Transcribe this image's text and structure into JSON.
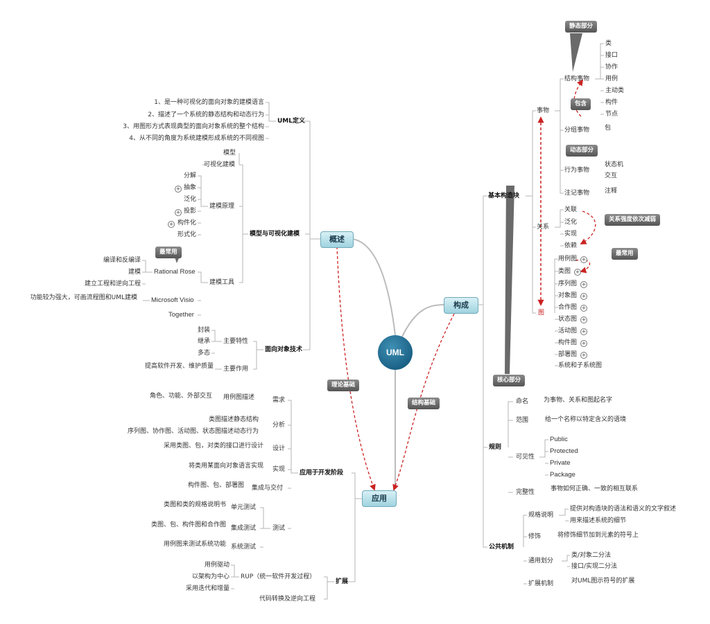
{
  "root": "UML",
  "main": {
    "overview": "概述",
    "composition": "构成",
    "application": "应用"
  },
  "connectors": {
    "theory": "理论基础",
    "structure": "结构基础"
  },
  "callouts": {
    "static_part": "静态部分",
    "contains": "包含",
    "dynamic_part": "动态部分",
    "relation_strength": "关系强度依次减弱",
    "most_used_right": "最常用",
    "most_used_left": "最常用",
    "core_part": "核心部分"
  },
  "uml_def": {
    "label": "UML定义",
    "items": [
      "1、是一种可视化的面向对象的建模语言",
      "2、描述了一个系统的静态结构和动态行为",
      "3、用图形方式表现典型的面向对象系统的整个结构",
      "4、从不同的角度为系统建模形成系统的不同视图"
    ]
  },
  "modeling": {
    "label": "模型与可视化建模",
    "model": "模型",
    "visual": "可视化建模",
    "principle": "建模原理",
    "principle_items": [
      "分解",
      "抽象",
      "泛化",
      "投影",
      "构件化",
      "形式化"
    ],
    "tools": "建模工具",
    "rose": "Rational Rose",
    "rose_items": [
      "编译和反编译",
      "建模",
      "建立工程和逆向工程"
    ],
    "visio": "Microsoft Visio",
    "visio_note": "功能较为强大，可画流程图和UML建模",
    "together": "Together"
  },
  "oo": {
    "label": "面向对象技术",
    "features": "主要特性",
    "feature_items": [
      "封装",
      "继承",
      "多态"
    ],
    "role": "主要作用",
    "role_note": "提高软件开发、维护质量"
  },
  "building_blocks": {
    "label": "基本构造块",
    "things": "事物",
    "structural": "结构事物",
    "structural_items": [
      "类",
      "接口",
      "协作",
      "用例",
      "主动类",
      "构件",
      "节点"
    ],
    "grouping": "分组事物",
    "grouping_item": "包",
    "behavioral": "行为事物",
    "behavioral_items": [
      "状态机",
      "交互"
    ],
    "annotational": "注记事物",
    "annotational_item": "注释",
    "relations": "关系",
    "relation_items": [
      "关联",
      "泛化",
      "实现",
      "依赖"
    ],
    "diagrams": "图",
    "diagram_items": [
      "用例图",
      "类图",
      "序列图",
      "对象图",
      "合作图",
      "状态图",
      "活动图",
      "构件图",
      "部署图",
      "系统和子系统图"
    ]
  },
  "rules": {
    "label": "规则",
    "naming": "命名",
    "naming_note": "为事物、关系和图起名字",
    "scope": "范围",
    "scope_note": "给一个名称以特定含义的语境",
    "visibility": "可见性",
    "visibility_items": [
      "Public",
      "Protected",
      "Private",
      "Package"
    ],
    "completeness": "完整性",
    "completeness_note": "事物如何正确、一致的相互联系"
  },
  "mechanisms": {
    "label": "公共机制",
    "spec": "规格说明",
    "spec_items": [
      "提供对构造块的语法和语义的文字叙述",
      "用来描述系统的细节"
    ],
    "adorn": "修饰",
    "adorn_note": "将修饰细节加到元素的符号上",
    "division": "通用划分",
    "division_items": [
      "类/对象二分法",
      "接口/实现二分法"
    ],
    "extension": "扩展机制",
    "extension_note": "对UML图示符号的扩展"
  },
  "dev_phase": {
    "label": "应用于开发阶段",
    "req": "需求",
    "req_sub": "用例图描述",
    "req_note": "角色、功能、外部交互",
    "analysis": "分析",
    "analysis_items": [
      "类图描述静态结构",
      "序列图、协作图、活动图、状态图描述动态行为"
    ],
    "design": "设计",
    "design_note": "采用类图、包，对类的接口进行设计",
    "impl": "实现",
    "impl_note": "将类用某面向对象语言实现",
    "integ": "集成与交付",
    "integ_note": "构件图、包、部署图",
    "test": "测试",
    "unit": "单元测试",
    "unit_note": "类图和类的规格说明书",
    "integ_test": "集成测试",
    "integ_test_note": "类图、包、构件图和合作图",
    "sys_test": "系统测试",
    "sys_test_note": "用例图来测试系统功能"
  },
  "extension": {
    "label": "扩展",
    "rup": "RUP（统一软件开发过程）",
    "rup_items": [
      "用例驱动",
      "以架构为中心",
      "采用迭代和增量"
    ],
    "code": "代码转换及逆向工程"
  },
  "colors": {
    "accent": "#cc2222",
    "topic": "#9fd3e0",
    "root": "#0c4f73",
    "line": "#b0b0b0"
  }
}
